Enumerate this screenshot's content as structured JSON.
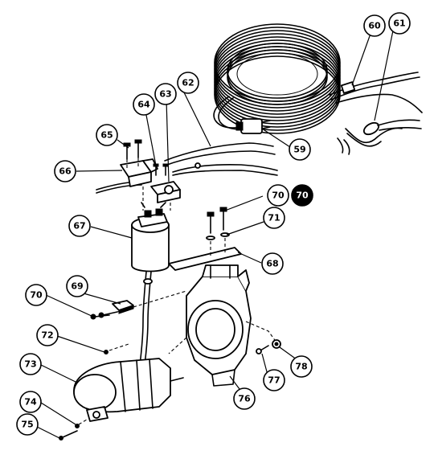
{
  "callouts": [
    {
      "id": "c59",
      "label": "59"
    },
    {
      "id": "c60",
      "label": "60"
    },
    {
      "id": "c61",
      "label": "61"
    },
    {
      "id": "c62",
      "label": "62"
    },
    {
      "id": "c63",
      "label": "63"
    },
    {
      "id": "c64",
      "label": "64"
    },
    {
      "id": "c65",
      "label": "65"
    },
    {
      "id": "c66",
      "label": "66"
    },
    {
      "id": "c67",
      "label": "67"
    },
    {
      "id": "c68",
      "label": "68"
    },
    {
      "id": "c69",
      "label": "69"
    },
    {
      "id": "c70a",
      "label": "70"
    },
    {
      "id": "c70b",
      "label": "70"
    },
    {
      "id": "c70c",
      "label": "70"
    },
    {
      "id": "c71",
      "label": "71"
    },
    {
      "id": "c72",
      "label": "72"
    },
    {
      "id": "c73",
      "label": "73"
    },
    {
      "id": "c74",
      "label": "74"
    },
    {
      "id": "c75",
      "label": "75"
    },
    {
      "id": "c76",
      "label": "76"
    },
    {
      "id": "c77",
      "label": "77"
    },
    {
      "id": "c78",
      "label": "78"
    }
  ],
  "colors": {
    "line": "#000000",
    "background": "#ffffff"
  }
}
